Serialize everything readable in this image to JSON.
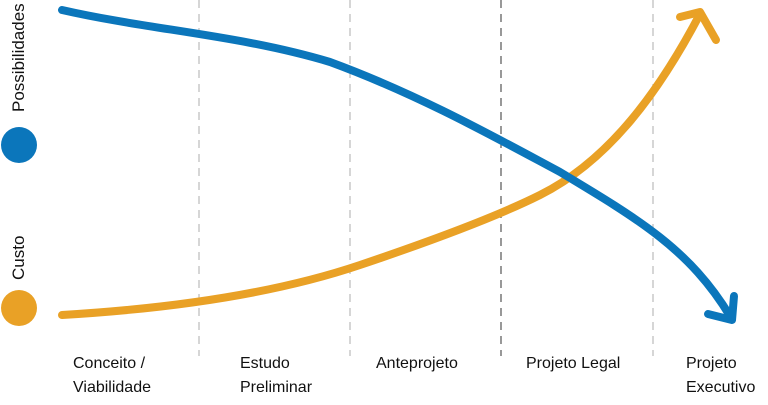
{
  "legend": {
    "possibilities": {
      "label": "Possibilidades",
      "color": "#0b76bb"
    },
    "cost": {
      "label": "Custo",
      "color": "#e9a126"
    }
  },
  "phases": [
    {
      "line1": "Conceito /",
      "line2": "Viabilidade"
    },
    {
      "line1": "Estudo",
      "line2": "Preliminar"
    },
    {
      "line1": "Anteprojeto",
      "line2": ""
    },
    {
      "line1": "Projeto Legal",
      "line2": ""
    },
    {
      "line1": "Projeto",
      "line2": "Executivo"
    }
  ]
}
